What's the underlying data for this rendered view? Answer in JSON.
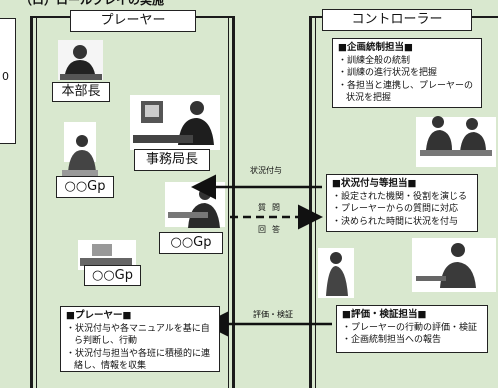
{
  "top_left_caption": "（ロ）ロールプレイの実施",
  "left_partial_value": "0",
  "player_header": "プレーヤー",
  "controller_header": "コントローラー",
  "player_labels": {
    "honbucho": "本部長",
    "jimukyokucho": "事務局長",
    "gp1": "○○Gp",
    "gp2": "○○Gp",
    "gp3": "○○Gp"
  },
  "arrows": {
    "status_label": "状況付与",
    "question_label": "質問",
    "answer_label": "回答",
    "eval_label": "評価・検証"
  },
  "controller_boxes": [
    {
      "title": "■企画統制担当■",
      "items": [
        "訓練全般の統制",
        "訓練の進行状況を把握",
        "各担当と連携し、プレーヤーの状況を把握"
      ]
    },
    {
      "title": "■状況付与等担当■",
      "items": [
        "設定された機関・役割を演じる",
        "プレーヤーからの質問に対応",
        "決められた時間に状況を付与"
      ]
    },
    {
      "title": "■評価・検証担当■",
      "items": [
        "プレーヤーの行動の評価・検証",
        "企画統制担当への報告"
      ]
    }
  ],
  "player_box": {
    "title": "■プレーヤー■",
    "items": [
      "状況付与や各マニュアルを基に自ら判断し、行動",
      "状況付与担当や各班に積極的に連絡し、情報を収集"
    ]
  },
  "colors": {
    "background": "#d9e8cf",
    "line": "#1b1b1b",
    "accent_red": "#d01010"
  }
}
